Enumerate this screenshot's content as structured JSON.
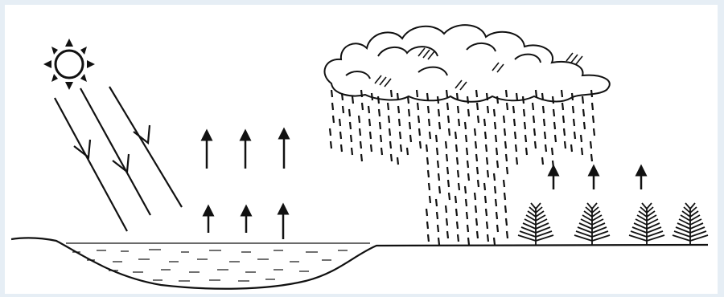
{
  "diagram": {
    "kind": "water-cycle-illustration",
    "background": "#e6eef5",
    "ink": "#111111",
    "icons": [
      "sun-icon",
      "cloud-icon",
      "plant-icon",
      "up-arrow-icon",
      "rain-icon",
      "water-body-icon"
    ],
    "groups": {
      "sun_rays": 3,
      "evaporation_arrows_over_water": 6,
      "transpiration_arrows_over_plants": 3,
      "plants": 4
    }
  }
}
